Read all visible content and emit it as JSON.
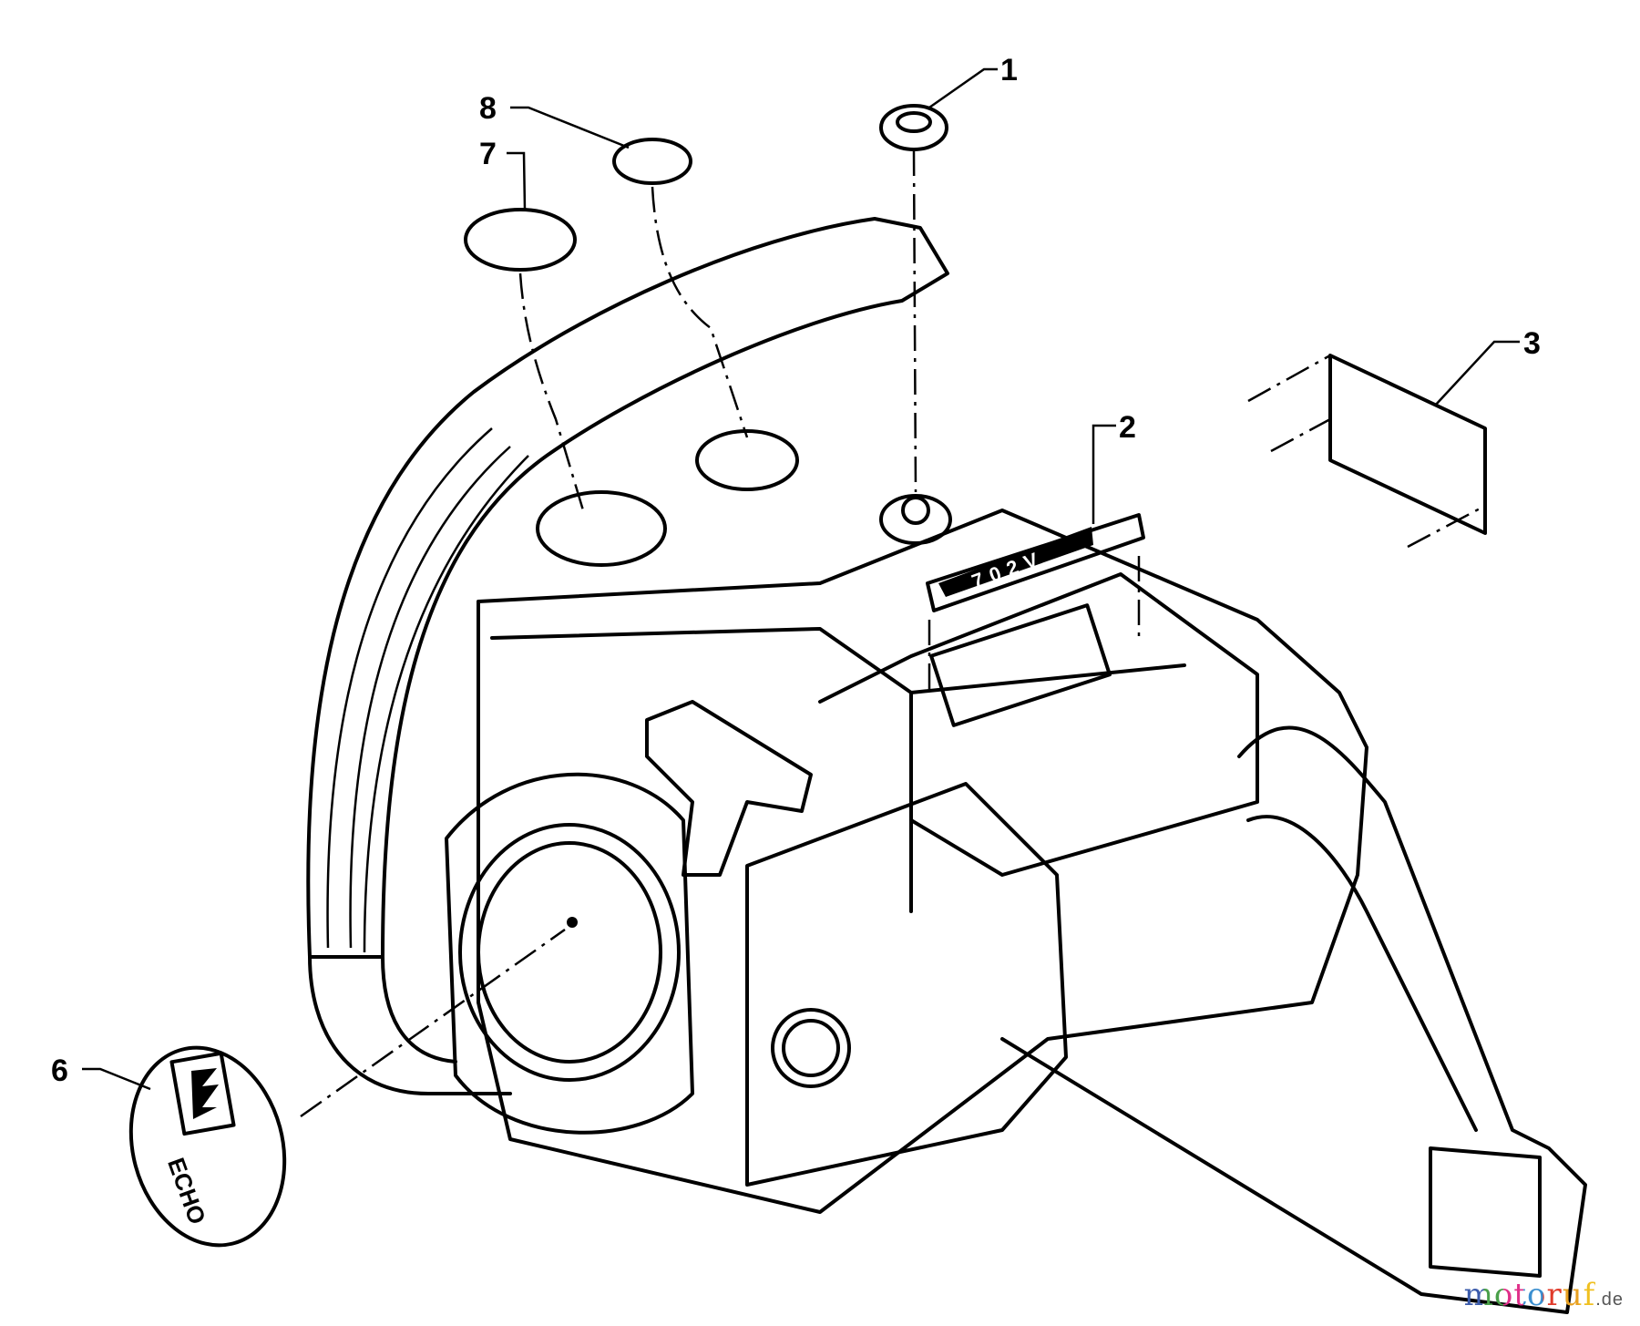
{
  "diagram": {
    "callouts": [
      {
        "label": "1"
      },
      {
        "label": "2"
      },
      {
        "label": "3"
      },
      {
        "label": "6"
      },
      {
        "label": "7"
      },
      {
        "label": "8"
      }
    ],
    "model_plate_text": "702V",
    "logo_decal_text": "ECHO"
  },
  "watermark": {
    "text": "motoruf",
    "suffix": ".de",
    "letter_colors": [
      "#3b5bab",
      "#4aa04a",
      "#e0308a",
      "#3b8fd0",
      "#e03a2a",
      "#e8a020",
      "#f0c020"
    ]
  }
}
